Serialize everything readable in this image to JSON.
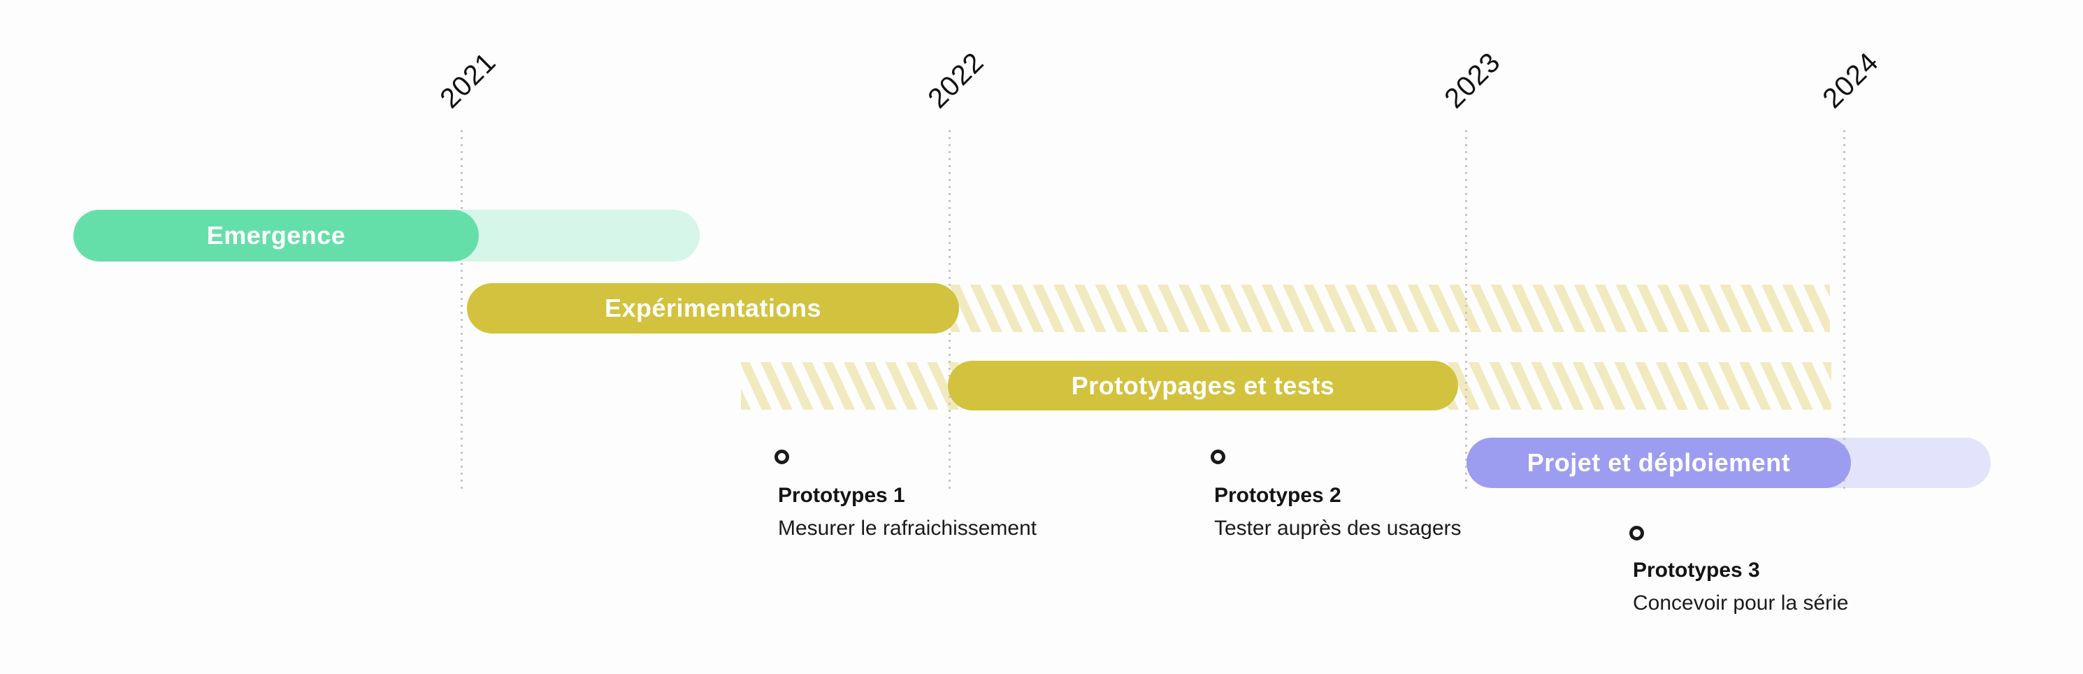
{
  "chart_data": {
    "type": "gantt",
    "title": "",
    "x_axis": {
      "ticks": [
        "2021",
        "2022",
        "2023",
        "2024"
      ],
      "tick_orientation": "rotated-45deg",
      "gridlines": "dotted-vertical",
      "range": [
        2020.2,
        2024.45
      ]
    },
    "legend": "none",
    "tasks": [
      {
        "label": "Emergence",
        "solid_start": 2020.2,
        "solid_end": 2021.0,
        "fade_end": 2021.5,
        "color": "#65dfa9",
        "light_color": "#d5f6e8",
        "style": "solid bar with faded extension"
      },
      {
        "label": "Expérimentations",
        "solid_start": 2021.0,
        "solid_end": 2022.0,
        "hatch_start": 2022.0,
        "hatch_end": 2023.95,
        "color": "#d2c23d",
        "hatch_color": "#f1eabf",
        "style": "solid bar with hatched projection after"
      },
      {
        "label": "Prototypages et tests",
        "pre_hatch_start": 2021.55,
        "solid_start": 2022.0,
        "solid_end": 2023.0,
        "hatch_end": 2023.95,
        "color": "#d2c23d",
        "hatch_color": "#f1eabf",
        "style": "solid bar with hatched projection before and after"
      },
      {
        "label": "Projet et déploiement",
        "solid_start": 2023.0,
        "solid_end": 2024.0,
        "fade_end": 2024.4,
        "color": "#9c9cf0",
        "light_color": "#e3e3fc",
        "style": "solid bar with faded extension"
      }
    ],
    "milestones": [
      {
        "title": "Prototypes 1",
        "description": "Mesurer le rafraichissement",
        "x": 2021.65,
        "marker": "open-circle"
      },
      {
        "title": "Prototypes 2",
        "description": "Tester auprès des usagers",
        "x": 2022.5,
        "marker": "open-circle"
      },
      {
        "title": "Prototypes 3",
        "description": "Concevoir pour la série",
        "x": 2023.45,
        "marker": "open-circle"
      }
    ],
    "colors": {
      "background": "#fdfdfd",
      "gridline": "#c7c7c7",
      "text": "#161616",
      "bar_label_text": "#ffffff"
    }
  }
}
